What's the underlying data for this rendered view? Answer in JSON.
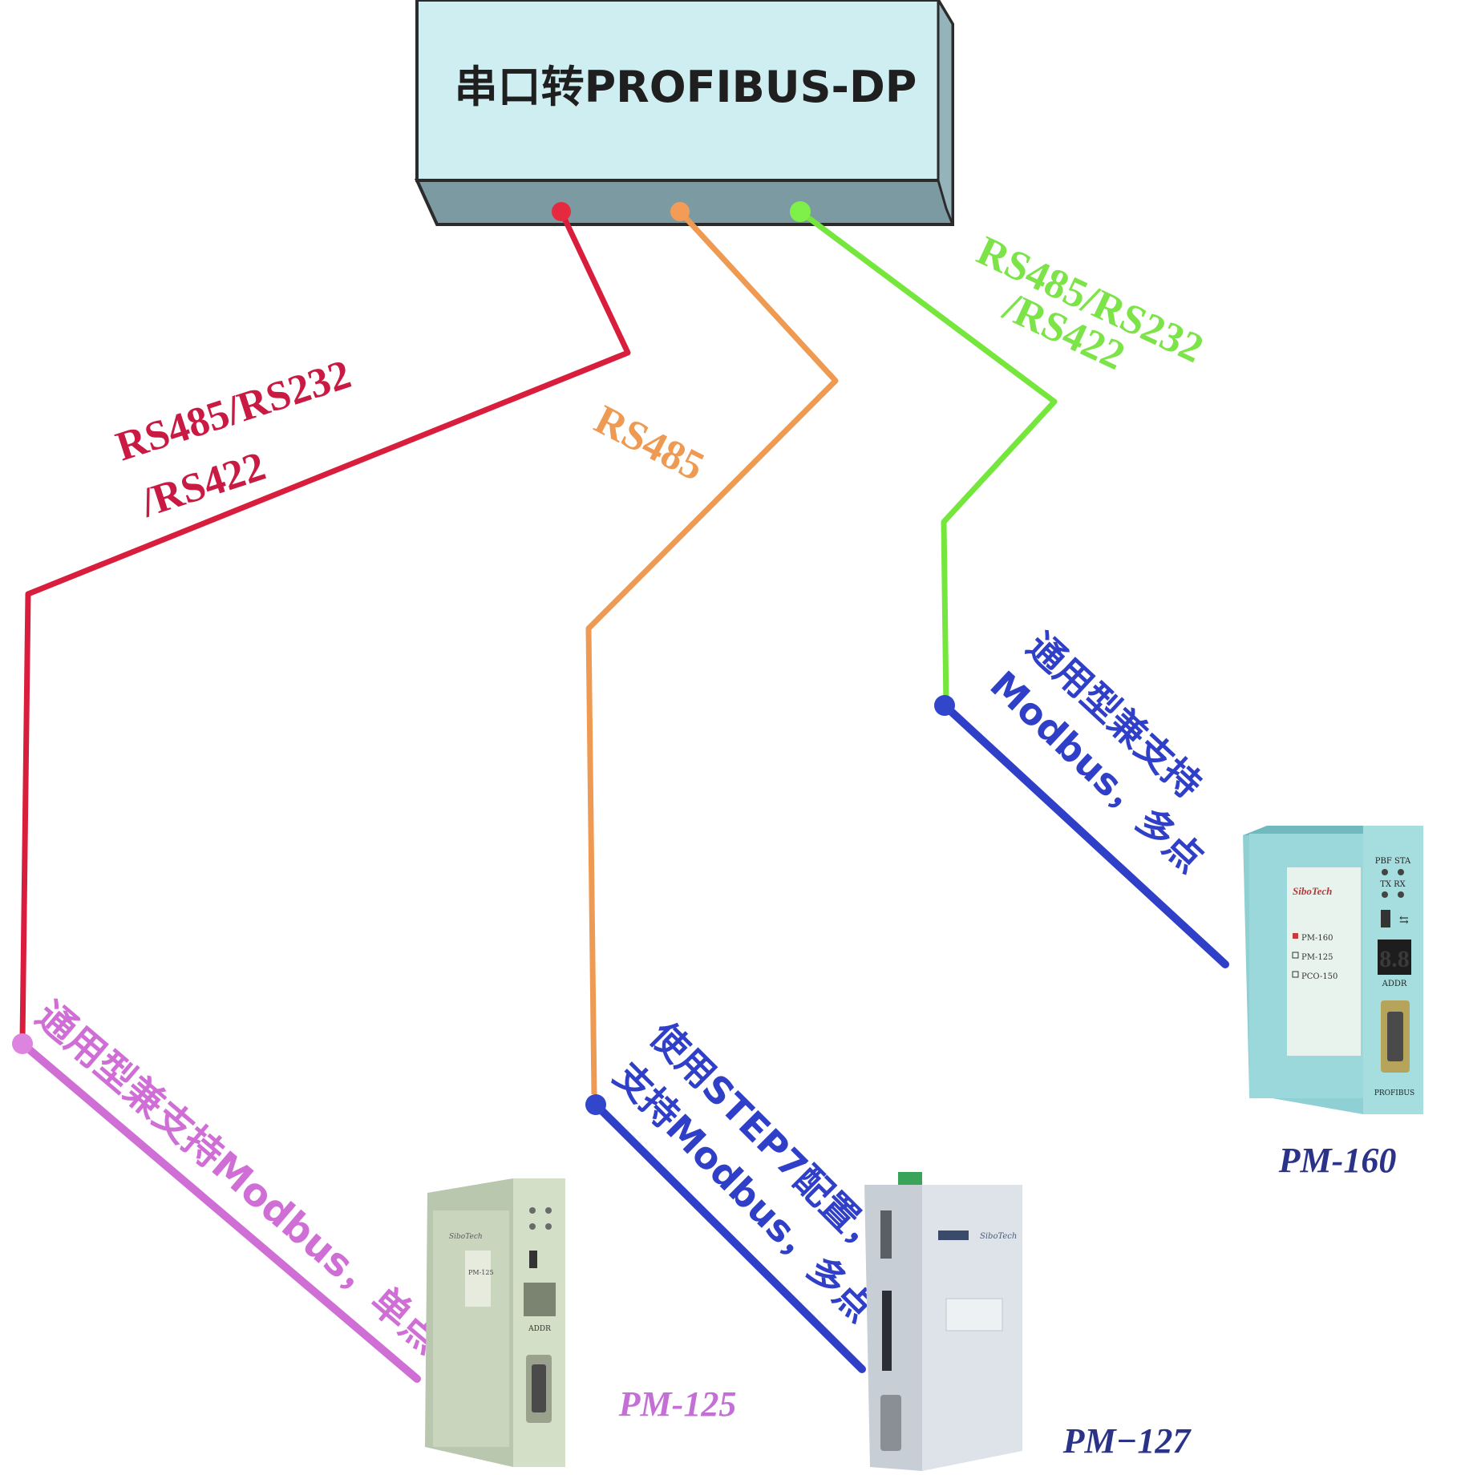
{
  "converter": {
    "title": "串口转PROFIBUS-DP"
  },
  "links": {
    "red": {
      "label_line1": "RS485/RS232",
      "label_line2": "/RS422",
      "color": "#d81e3c"
    },
    "orange": {
      "label_line1": "RS485",
      "color": "#ef9a52"
    },
    "green": {
      "label_line1": "RS485/RS232",
      "label_line2": "/RS422",
      "color": "#74e63c"
    }
  },
  "devices": {
    "pm125": {
      "name": "PM-125",
      "caption": "通用型兼支持Modbus，单点",
      "caption_color": "#cf6fd6"
    },
    "pm127": {
      "name": "PM−127",
      "caption_line1": "使用STEP7配置，",
      "caption_line2": "支持Modbus，多点",
      "caption_color": "#2f3fc7"
    },
    "pm160": {
      "name": "PM-160",
      "caption_line1": "通用型兼支持",
      "caption_line2": "Modbus，多点",
      "caption_color": "#2f3fc7",
      "panel": {
        "brand": "SiboTech",
        "leds_top": "PBF STA",
        "leds_bottom": "TX  RX",
        "options": [
          "PM-160",
          "PM-125",
          "PCO-150"
        ],
        "display": "8.8",
        "addr": "ADDR",
        "port": "PROFIBUS"
      }
    },
    "pm125_panel": {
      "brand": "SiboTech",
      "model": "PM-125",
      "addr": "ADDR"
    },
    "pm127_panel": {
      "brand": "SiboTech"
    }
  }
}
